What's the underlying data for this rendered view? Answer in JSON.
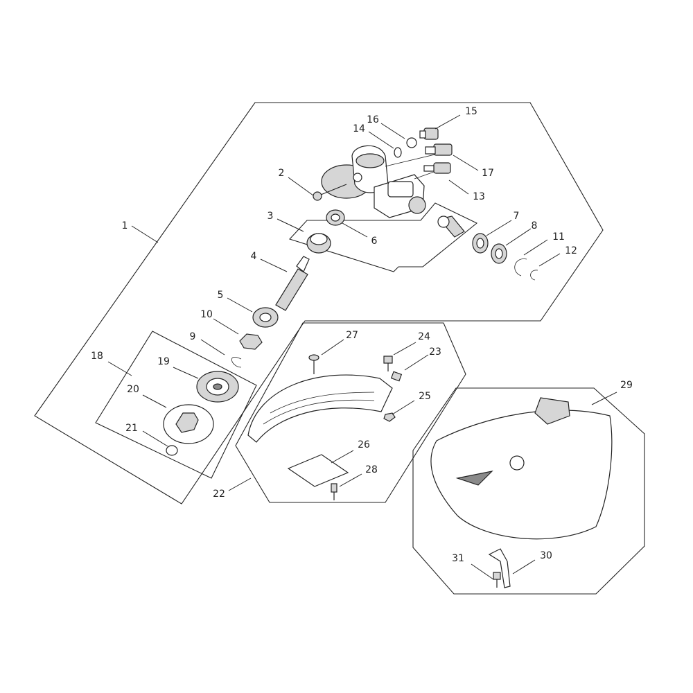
{
  "labels": {
    "p1": "1",
    "p2": "2",
    "p3": "3",
    "p4": "4",
    "p5": "5",
    "p6": "6",
    "p7": "7",
    "p8": "8",
    "p9": "9",
    "p10": "10",
    "p11": "11",
    "p12": "12",
    "p13": "13",
    "p14": "14",
    "p15": "15",
    "p16": "16",
    "p17": "17",
    "p18": "18",
    "p19": "19",
    "p20": "20",
    "p21": "21",
    "p22": "22",
    "p23": "23",
    "p24": "24",
    "p25": "25",
    "p26": "26",
    "p27": "27",
    "p28": "28",
    "p29": "29",
    "p30": "30",
    "p31": "31"
  },
  "colors": {
    "line": "#222222",
    "shade": "#d6d6d6",
    "dark": "#8a8a8a"
  }
}
